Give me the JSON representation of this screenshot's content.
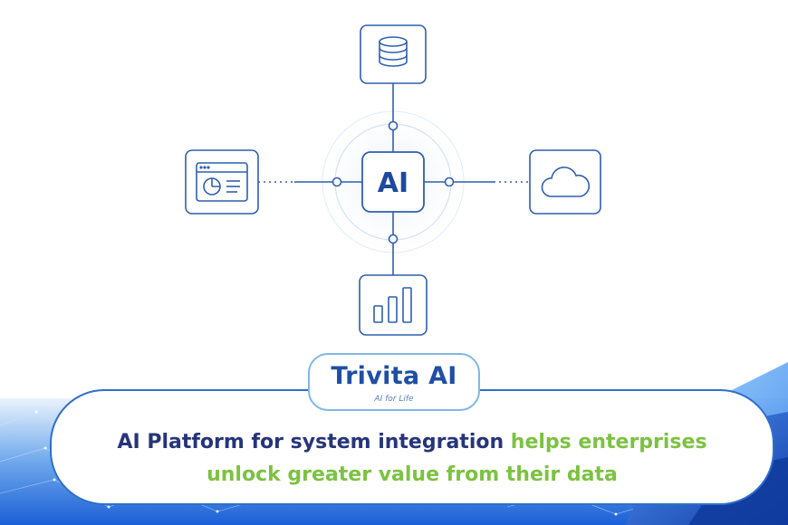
{
  "diagram": {
    "center_label": "AI",
    "nodes": [
      {
        "name": "database",
        "icon": "database-icon"
      },
      {
        "name": "dashboard",
        "icon": "dashboard-window-icon"
      },
      {
        "name": "cloud",
        "icon": "cloud-icon"
      },
      {
        "name": "analytics",
        "icon": "bar-chart-icon"
      }
    ]
  },
  "brand": {
    "name": "Trivita AI",
    "tagline": "AI for Life"
  },
  "caption": {
    "line1_dark": "AI Platform for system integration ",
    "line1_green": "helps enterprises",
    "line2_green": "unlock greater value from their data"
  },
  "colors": {
    "primary": "#1e4a9e",
    "accent_green": "#7cc242",
    "line_blue": "#2f6fc9",
    "background": "#ffffff"
  }
}
